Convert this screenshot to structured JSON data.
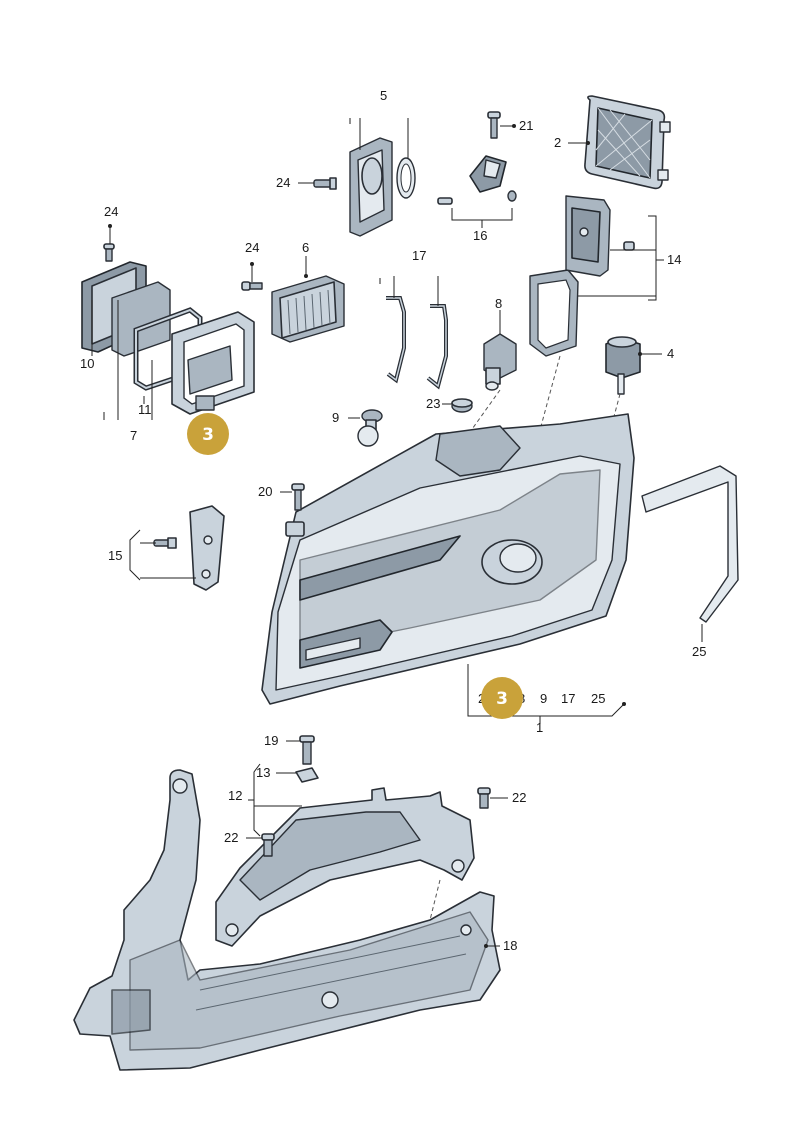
{
  "labels": {
    "l1": "1",
    "l2": "2",
    "l4": "4",
    "l5": "5",
    "l6": "6",
    "l7": "7",
    "l8": "8",
    "l9": "9",
    "l10": "10",
    "l11": "11",
    "l12": "12",
    "l13": "13",
    "l14": "14",
    "l15": "15",
    "l16": "16",
    "l17": "17",
    "l18": "18",
    "l19": "19",
    "l20": "20",
    "l21": "21",
    "l22a": "22",
    "l22b": "22",
    "l23": "23",
    "l24a": "24",
    "l24b": "24",
    "l24c": "24",
    "l25": "25",
    "group1_2": "2",
    "group1_8": "8",
    "group1_9": "9",
    "group1_17": "17",
    "group1_25": "25"
  },
  "badges": {
    "top": "3",
    "bottom": "3"
  },
  "colors": {
    "badge": "#c9a23a",
    "part": "#c9d3dc",
    "line": "#2a2f36"
  }
}
